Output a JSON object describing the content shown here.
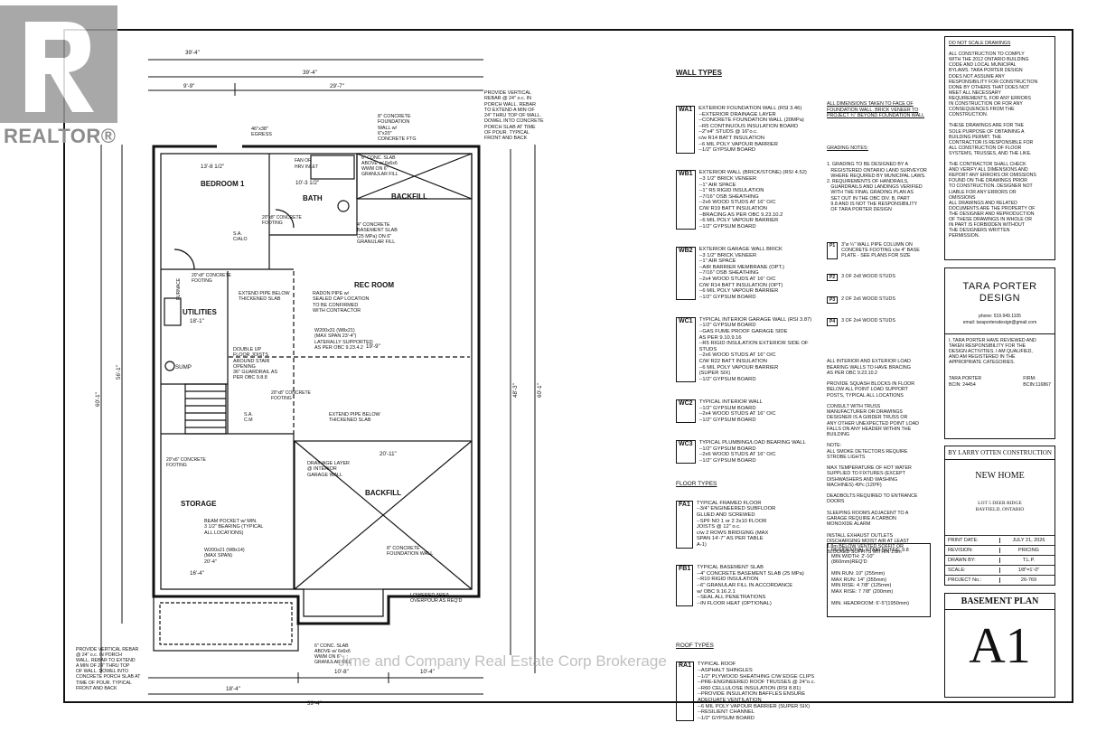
{
  "watermark": {
    "brand": "REALTOR®",
    "listing": "Jime and Company Real Estate Corp Brokerage"
  },
  "plan": {
    "dims": {
      "top_overall": "39'-4\"",
      "top_second": "39'-4\"",
      "top_left": "9'-9\"",
      "top_right": "29'-7\"",
      "bottom_overall": "39'-4\"",
      "bottom_left": "18'-4\"",
      "bottom_mid": "10'-8\"",
      "bottom_right": "10'-4\"",
      "left_overall": "60'-1\"",
      "left_second": "56'-1\"",
      "right_overall": "60'-1\"",
      "right_second": "48'-3\""
    },
    "rooms": {
      "bedroom": "BEDROOM 1",
      "bedroom_dim": "13'-8 1/2\"",
      "bath": "BATH",
      "bath_dim": "10'-3 1/2\"",
      "fan": "FAN OR\nHRV INLET",
      "backfill_top": "BACKFILL",
      "rec": "REC ROOM",
      "rec_dim": "19'-9\"",
      "utilities": "UTILITIES",
      "util_dim": "18'-1\"",
      "furnace": "FURNACE",
      "sump": "SUMP",
      "storage": "STORAGE",
      "storage_dim": "16'-4\"",
      "backfill_main": "BACKFILL",
      "garage_dim": "20'-11\"",
      "egress_window": "46\"x38\"\nEGRESS"
    },
    "notes": {
      "vert_rebar_top": "PROVIDE VERTICAL\nREBAR @ 24\" o.c. IN\nPORCH WALL. REBAR\nTO EXTEND A MIN OF\n24\" THRU TOP OF WALL.\nDOWEL INTO CONCRETE\nPORCH SLAB AT TIME\nOF POUR. TYPICAL\nFRONT AND BACK",
      "conc_found": "8\" CONCRETE\nFOUNDATION\nWALL w/\n6\"x20\"\nCONCRETE FTG",
      "conc_slab": "6\" CONC. SLAB\nABOVE w/ 6x6x6\nWWM ON 6\"\nGRANULAR FILL",
      "basement_slab": "4\" CONCRETE\nBASEMENT SLAB\n(25 MPa) ON 6\"\nGRANULAR FILL",
      "radon": "RADON PIPE w/\nSEALED CAP LOCATION\nTO BE CONFIRMED\nWITH CONTRACTOR",
      "beam": "W200x31 (W8x21)\n(MAX SPAN 23'-4\")\nLATERALLY SUPPORTED\nAS PER OBC 9.23.4.2",
      "extend_pipe": "EXTEND PIPE BELOW\nTHICKENED SLAB",
      "double_joist": "DOUBLE UP\nFLOOR JOISTS\nAROUND STAIR\nOPENING\n36\" GUARDRAIL AS\nPER OBC 9.8.8",
      "extend_pipe_2": "EXTEND PIPE BELOW\nTHICKENED SLAB",
      "drainage": "DRAINAGE LAYER\n@ INTERIOR\nGARAGE WALL",
      "beam_pocket": "BEAM POCKET w/ MIN.\n3 1/2\" BEARING (TYPICAL\nALL LOCATIONS)",
      "beam2": "W200x21 (W8x14)\n(MAX SPAN)\n20'-4\"",
      "conc_found_2": "8\" CONCRETE\nFOUNDATION WALL",
      "lowered": "LOWERED AREA\nOVERPOUR AS REQ'D",
      "vert_rebar_bottom": "PROVIDE VERTICAL REBAR\n@ 24\" o.c. IN PORCH\nWALL. REBAR TO EXTEND\nA MIN OF 24\" THRU TOP\nOF WALL. DOWEL INTO\nCONCRETE PORCH SLAB AT\nTIME OF POUR. TYPICAL\nFRONT AND BACK",
      "conc_slab_bottom": "6\" CONC. SLAB\nABOVE w/ 6x6x6\nWWM ON 6\"\nGRANULAR FILL",
      "footing1": "20\"x8\" CONCRETE\nFOOTING",
      "footing2": "20\"x8\" CONCRETE\nFOOTING",
      "footing3": "20\"x8\" CONCRETE\nFOOTING",
      "footing4": "20\"x6\" CONCRETE\nFOOTING",
      "sacm": "S.A.\nC/ALO",
      "sacm2": "S.A.\nC.M"
    }
  },
  "wall_types": {
    "heading": "WALL TYPES",
    "items": [
      {
        "tag": "WA1",
        "text": "EXTERIOR FOUNDATION WALL (RSI 3.46)\n--EXTERIOR DRAINAGE LAYER\n--CONCRETE FOUNDATION WALL (20MPa)\n--R5 CONTINUOUS INSULATION BOARD\n--2\"x4\" STUDS @ 16\"o.c.\nc/w R14 BATT INSULATION\n--6 MIL POLY VAPOUR BARRIER\n--1/2\" GYPSUM BOARD"
      },
      {
        "tag": "WB1",
        "text": "EXTERIOR WALL (BRICK/STONE) (RSI 4.52)\n--3 1/2\" BRICK VENEER\n--1\" AIR SPACE\n--1\" R5 RIGID INSULATION\n--7/16\" OSB SHEATHING\n--2x6 WOOD STUDS AT 16\" O/C\nC/W R19 BATT INSULATION\n--BRACING AS PER OBC 9.23.10.2\n--6 MIL POLY VAPOUR BARRIER\n--1/2\" GYPSUM BOARD"
      },
      {
        "tag": "WB2",
        "text": "EXTERIOR GARAGE WALL BRICK\n--3 1/2\" BRICK VENEER\n--1\" AIR SPACE\n--AIR BARRIER MEMBRANE (OPT.)\n--7/16\" OSB SHEATHING\n--2x4 WOOD STUDS AT 16\" O/C\nC/W R14 BATT INSULATION (OPT)\n--6 MIL POLY VAPOUR BARRIER\n--1/2\" GYPSUM BOARD"
      },
      {
        "tag": "WC1",
        "text": "TYPICAL INTERIOR GARAGE WALL (RSI 3.87)\n--1/2\" GYPSUM BOARD\n--GAS FUME PROOF GARAGE SIDE\nAS PER 9.10.9.16\n--R5 RIGID INSULATION EXTERIOR SIDE OF STUDS\n--2x6 WOOD STUDS AT 16\" O/C\nC/W R22 BATT INSULATION\n--6 MIL POLY VAPOUR BARRIER\n(SUPER SIX)\n--1/2\" GYPSUM BOARD"
      },
      {
        "tag": "WC2",
        "text": "TYPICAL INTERIOR WALL\n--1/2\" GYPSUM BOARD\n--2x4 WOOD STUDS AT 16\" O/C\n--1/2\" GYPSUM BOARD"
      },
      {
        "tag": "WC3",
        "text": "TYPICAL PLUMBING/LOAD BEARING WALL\n--1/2\" GYPSUM BOARD\n--2x6 WOOD STUDS AT 16\" O/C\n--1/2\" GYPSUM BOARD"
      }
    ],
    "floor_heading": "FLOOR TYPES",
    "floor_items": [
      {
        "tag": "FA1",
        "text": "TYPICAL FRAMED FLOOR\n--3/4\" ENGINEERED SUBFLOOR\nGLUED AND SCREWED\n--SPF NO 1 or 2 2x10 FLOOR\nJOISTS @ 12\" o.c.\nc/w 2 ROWS BRIDGING (MAX\nSPAN 14'-7\" AS PER TABLE\nA-1)"
      },
      {
        "tag": "FB1",
        "text": "TYPICAL BASEMENT SLAB\n--4\" CONCRETE BASEMENT SLAB (25 MPa)\n--R10 RIGID INSULATION\n--6\" GRANULAR FILL IN ACCORDANCE\nw/ OBC 9.16.2.1\n--SEAL ALL PENETRATIONS\n--IN FLOOR HEAT (OPTIONAL)"
      }
    ],
    "roof_heading": "ROOF TYPES",
    "roof_items": [
      {
        "tag": "RA1",
        "text": "TYPICAL ROOF\n--ASPHALT SHINGLES\n--1/2\" PLYWOOD SHEATHING C/W EDGE CLIPS\n--PRE-ENGINEERED ROOF TRUSSES @ 24\"o.c.\n--R60 CELLULOSE INSULATION (RSI 8.81)\n--PROVIDE INSULATION BAFFLES ENSURE\nADEQUATE VENTILATION\n--6 MIL POLY VAPOUR BARRIER (SUPER SIX)\n--RESILIENT CHANNEL\n--1/2\" GYPSUM BOARD"
      }
    ]
  },
  "general_notes": {
    "dimensions": "ALL DIMENSIONS TAKEN TO FACE OF\nFOUNDATION WALL. BRICK VENEER TO\nPROJECT ¾\" BEYOND FOUNDATION WALL",
    "grading_heading": "GRADING NOTES:",
    "grading": "1. GRADING TO BE DESIGNED BY A\n   REGISTERED ONTARIO LAND SURVEYOR\n   WHERE REQUIRED BY MUNICIPAL LAWS.\n2. REQUIREMENTS OF HANDRAILS,\n   GUARDRAILS AND LANDINGS VERIFIED\n   WITH THE FINAL GRADING PLAN AS\n   SET OUT IN THE OBC DIV. B, PART\n   9.8 AND IS NOT THE RESPONSIBILITY\n   OF TARA PORTER DESIGN",
    "posts": [
      {
        "tag": "P1",
        "text": "3\"ø ¼\" WALL PIPE COLUMN ON\nCONCRETE FOOTING c/w 4\" BASE\nPLATE - SEE PLANS FOR SIZE"
      },
      {
        "tag": "P2",
        "text": "3 OF 2x8 WOOD STUDS"
      },
      {
        "tag": "P3",
        "text": "2 OF 2x6 WOOD STUDS"
      },
      {
        "tag": "P4",
        "text": "3 OF 2x4 WOOD STUDS"
      }
    ],
    "body": "ALL INTERIOR AND EXTERIOR LOAD\nBEARING WALLS TO HAVE BRACING\nAS PER OBC 9.23.10.2\n\nPROVIDE SQUASH BLOCKS IN FLOOR\nBELOW ALL POINT LOAD SUPPORT\nPOSTS, TYPICAL ALL LOCATIONS\n\nCONSULT WITH TRUSS\nMANUFACTURER OR DRAWINGS\nDESIGNER IS A GIRDER TRUSS OR\nANY OTHER UNEXPECTED POINT LOAD\nFALLS ON ANY HEADER WITHIN THE\nBUILDING\n\nNOTE:\nALL SMOKE DETECTORS REQUIRE\nSTROBE LIGHTS\n\nMAX TEMPERATURE OF HOT WATER\nSUPPLIED TO FIXTURES (EXCEPT\nDISHWASHERS AND WASHING\nMACHINES) 49ºc (120ºF)\n\nDEADBOLTS REQUIRED TO ENTRANCE\nDOORS\n\nSLEEPING ROOMS ADJACENT TO A\nGARAGE REQUIRE A CARBON\nMONOXIDE ALARM\n\nINSTALL EXHAUST OUTLETS\nDISCHARGING MOIST AIR AT LEAST\n1.8m BELOW VENTED SOFFIT OR\nBLOCKED SOFFITS WITHIN 1.8m"
  },
  "stair_notes": {
    "heading": "RESIDENTIAL STAIR NOTES: 9.8",
    "body": "MIN WIDTH: 2'-10\"\n(860mm)REQ'D\n\nMIN RUN: 10\" (255mm)\nMAX RUN: 14\" (355mm)\nMIN RISE: 4 7/8\" (125mm)\nMAX RISE: 7 7/8\" (200mm)\n\nMIN. HEADROOM: 6'-5\"(1950mm)"
  },
  "disclaimer": {
    "title": "DO NOT SCALE DRAWINGS",
    "body": "ALL CONSTRUCTION TO COMPLY\nWITH THE 2012 ONTARIO BUILDING\nCODE AND LOCAL MUNICIPAL\nBYLAWS. TARA PORTER DESIGN\nDOES NOT ASSUME ANY\nRESPONSIBILITY FOR CONSTRUCTION\nDONE BY OTHERS THAT DOES NOT\nMEET ALL NECESSARY\nREQUIREMENTS, FOR ANY ERRORS\nIN CONSTRUCTION OR FOR ANY\nCONSEQUENCES FROM THE\nCONSTRUCTION.\n\nTHESE DRAWINGS ARE FOR THE\nSOLE PURPOSE OF OBTAINING A\nBUILDING PERMIT. THE\nCONTRACTOR IS RESPONSIBLE FOR\nALL CONSTRUCTION OF FLOOR\nSYSTEMS, TRUSSES, AND THE LIKE.\n\nTHE CONTRACTOR SHALL CHECK\nAND VERIFY ALL DIMENSIONS AND\nREPORT ANY ERRORS OR OMISSIONS\nFOUND ON THE DRAWINGS PRIOR\nTO CONSTRUCTION. DESIGNER NOT\nLIABLE FOR ANY ERRORS OR\nOMISSIONS\nALL DRAWINGS AND RELATED\nDOCUMENTS ARE THE PROPERTY OF\nTHE DESIGNER AND REPRODUCTION\nOF THESE DRAWINGS IN WHOLE OR\nIN PART IS FORBIDDEN WITHOUT\nTHE DESIGNERS WRITTEN\nPERMISSION."
  },
  "designer": {
    "name_line1": "TARA PORTER",
    "name_line2": "DESIGN",
    "phone": "phone: 519.949.1105",
    "email": "email: taraportersdesign@gmail.com",
    "statement": "I, TARA PORTER HAVE REVIEWED AND\nTAKEN RESPONSIBILITY FOR THE\nDESIGN ACTIVITIES. I AM QUALIFIED,\nAND AM REGISTERED IN THE\nAPPROPRIATE CATEGORIES.",
    "sig_name": "TARA PORTER\nBCIN: 24454",
    "sig_firm": "FIRM:\nBCIN:116867"
  },
  "project": {
    "builder": "BY LARRY OTTEN CONSTRUCTION",
    "title": "NEW HOME",
    "address": "LOT 5 DEER RIDGE\nBAYFIELD, ONTARIO",
    "rows": [
      {
        "label": "PRINT DATE:",
        "value": "JULY 21, 2026"
      },
      {
        "label": "REVISION:",
        "value": "PRICING"
      },
      {
        "label": "DRAWN BY:",
        "value": "T.L.P."
      },
      {
        "label": "SCALE:",
        "value": "1/8\"=1'-0\""
      },
      {
        "label": "PROJECT No.:",
        "value": "26-769"
      }
    ],
    "sheet_title": "BASEMENT PLAN",
    "sheet_number": "A1"
  },
  "colors": {
    "ink": "#111111",
    "watermark": "#8c8c8c"
  }
}
